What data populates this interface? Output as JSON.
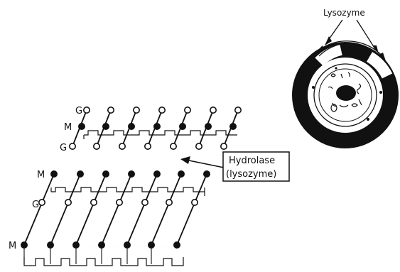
{
  "labels": {
    "lysozyme": "Lysozyme",
    "hydrolase_line1": "Hydrolase",
    "hydrolase_line2": "(lysozyme)",
    "top_g_upper": "G",
    "top_m": "M",
    "top_g_lower": "G",
    "bottom_m_upper": "M",
    "bottom_g": "G",
    "bottom_m_lower": "M"
  },
  "colors": {
    "ink": "#111111",
    "paper": "#ffffff"
  },
  "legend": {
    "open_circle": "G",
    "filled_circle": "M"
  }
}
